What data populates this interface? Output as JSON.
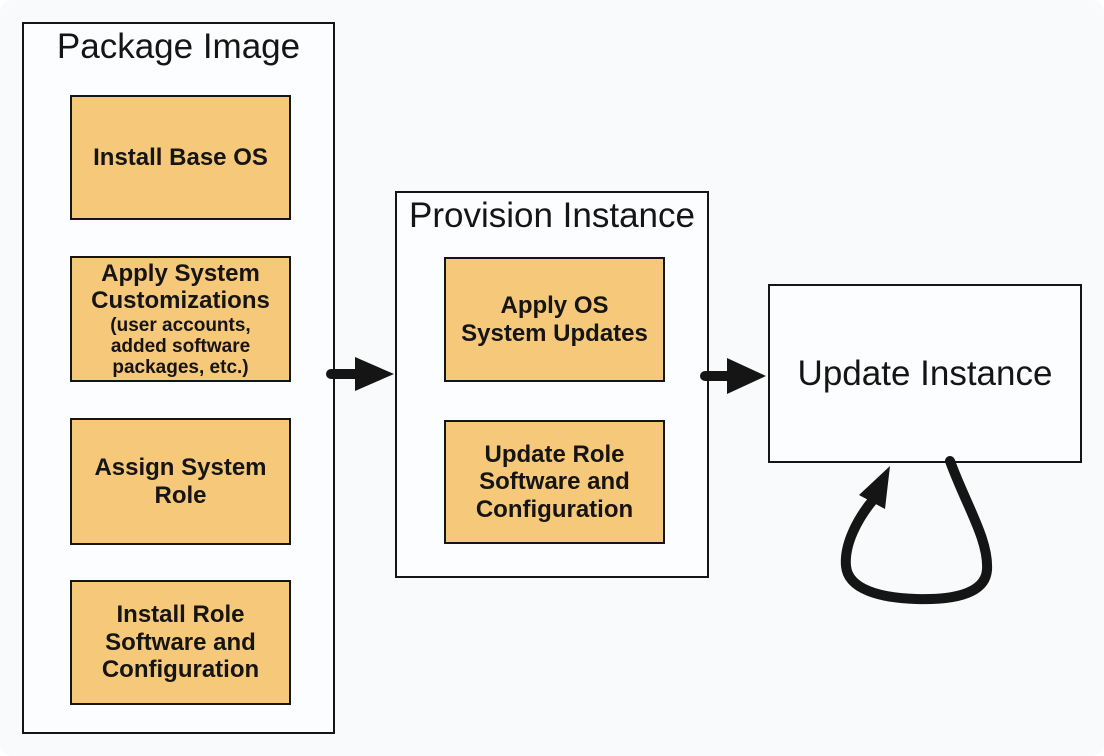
{
  "diagram": {
    "background_color": "#f8fafb",
    "node_fill_color": "#f6c87a",
    "line_color": "#151515",
    "groups": [
      {
        "title": "Package Image",
        "steps": [
          {
            "label": "Install Base OS",
            "sublabel": ""
          },
          {
            "label": "Apply System Customizations",
            "sublabel": "(user accounts,\nadded software\npackages, etc.)"
          },
          {
            "label": "Assign System Role",
            "sublabel": ""
          },
          {
            "label": "Install Role Software and Configuration",
            "sublabel": ""
          }
        ]
      },
      {
        "title": "Provision Instance",
        "steps": [
          {
            "label": "Apply OS System Updates",
            "sublabel": ""
          },
          {
            "label": "Update Role Software and Configuration",
            "sublabel": ""
          }
        ]
      }
    ],
    "terminal": {
      "title": "Update Instance"
    },
    "connections": [
      {
        "from": "Package Image",
        "to": "Provision Instance",
        "type": "arrow"
      },
      {
        "from": "Provision Instance",
        "to": "Update Instance",
        "type": "arrow"
      },
      {
        "from": "Update Instance",
        "to": "Update Instance",
        "type": "self-loop"
      }
    ]
  }
}
